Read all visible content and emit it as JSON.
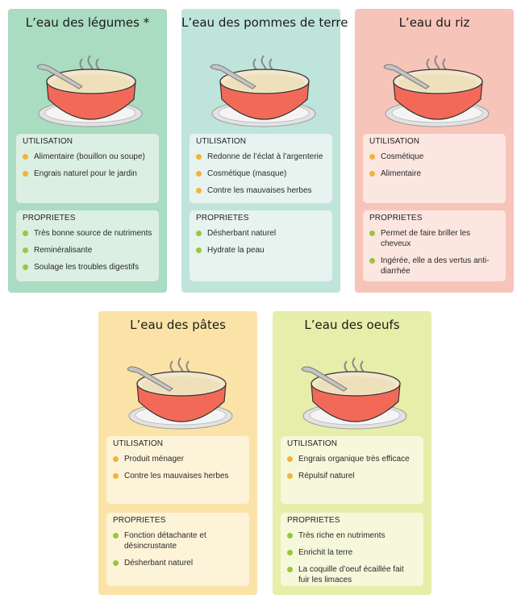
{
  "colors": {
    "use_bullet": "#f2b437",
    "prop_bullet": "#9bc63c",
    "pot_body": "#f26a57"
  },
  "cards": [
    {
      "title": "L’eau des légumes *",
      "bg": "#a9dcc0",
      "box_bg": "#dcefe3",
      "usage_title": "UTILISATION",
      "usage": [
        "Alimentaire (bouillon ou soupe)",
        "Engrais naturel pour le jardin"
      ],
      "props_title": "PROPRIETES",
      "props": [
        "Très bonne source de nutriments",
        "Reminéralisante",
        "Soulage les troubles digestifs"
      ]
    },
    {
      "title": "L’eau des pommes de terre",
      "bg": "#bfe4dc",
      "box_bg": "#e6f3ef",
      "usage_title": "UTILISATION",
      "usage": [
        "Redonne de l’éclat à l’argenterie",
        "Cosmétique (masque)",
        "Contre les mauvaises herbes"
      ],
      "props_title": "PROPRIETES",
      "props": [
        "Désherbant naturel",
        "Hydrate la peau"
      ]
    },
    {
      "title": "L’eau du riz",
      "bg": "#f7c4b9",
      "box_bg": "#fbe6e0",
      "usage_title": "UTILISATION",
      "usage": [
        "Cosmétique",
        "Alimentaire"
      ],
      "props_title": "PROPRIETES",
      "props": [
        "Permet de faire briller les cheveux",
        "Ingérée, elle a des vertus anti-diarrhée"
      ]
    },
    {
      "title": "L’eau des pâtes",
      "bg": "#fbe3a7",
      "box_bg": "#fdf3d9",
      "usage_title": "UTILISATION",
      "usage": [
        "Produit ménager",
        "Contre les mauvaises herbes"
      ],
      "props_title": "PROPRIETES",
      "props": [
        "Fonction détachante et désincrustante",
        "Désherbant naturel"
      ]
    },
    {
      "title": "L’eau des oeufs",
      "bg": "#e6eeaa",
      "box_bg": "#f5f8da",
      "usage_title": "UTILISATION",
      "usage": [
        "Engrais organique très efficace",
        "Répulsif naturel"
      ],
      "props_title": "PROPRIETES",
      "props": [
        "Très riche en nutriments",
        "Enrichit la terre",
        "La coquille d’oeuf écaillée fait fuir les limaces"
      ]
    }
  ]
}
